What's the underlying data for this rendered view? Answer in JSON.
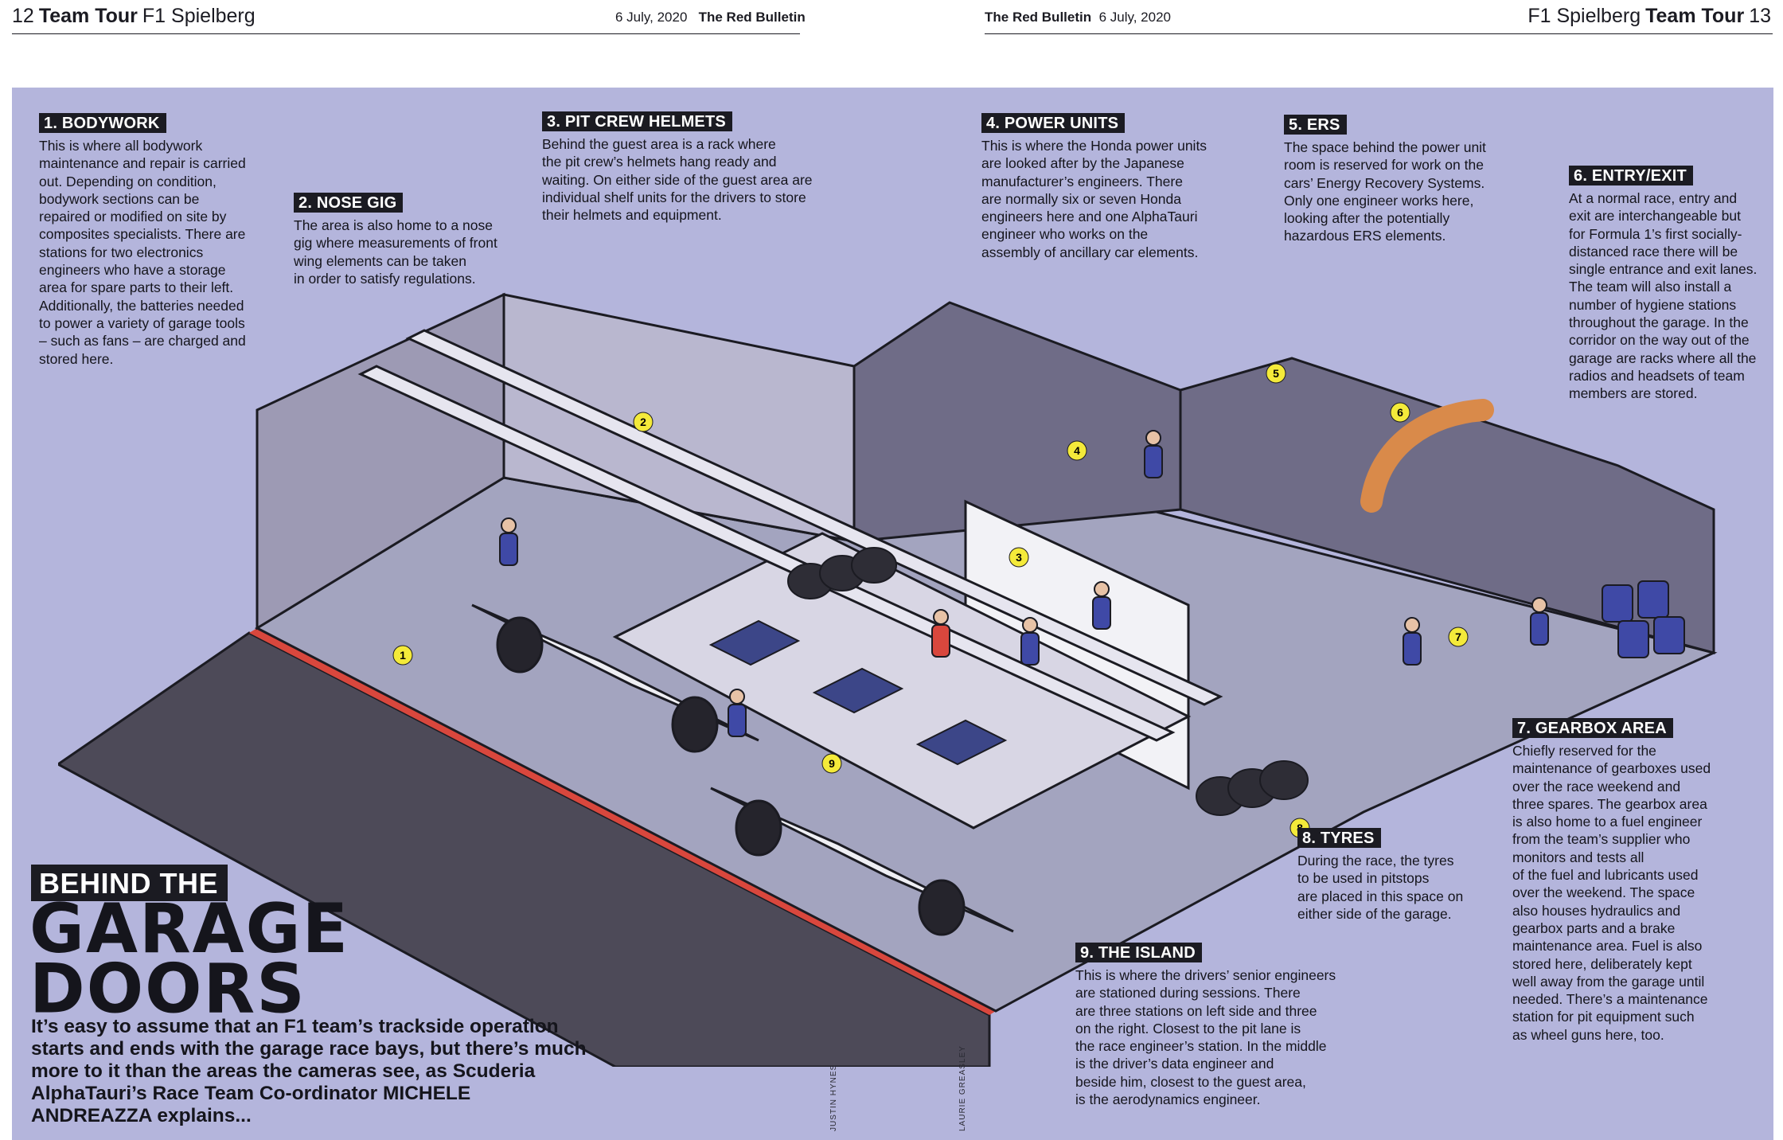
{
  "header": {
    "left": {
      "page_number": "12",
      "section": "Team Tour",
      "topic": "F1 Spielberg",
      "date": "6 July, 2020",
      "publication": "The Red Bulletin"
    },
    "right": {
      "publication": "The Red Bulletin",
      "date": "6 July, 2020",
      "topic": "F1 Spielberg",
      "section": "Team Tour",
      "page_number": "13"
    }
  },
  "callouts": [
    {
      "label": "1. BODYWORK",
      "text": "This is where all bodywork\nmaintenance and repair is carried\nout. Depending on condition,\nbodywork sections can be\nrepaired or modified on site by\ncomposites specialists. There are\nstations for two electronics\nengineers who have a storage\narea for spare parts to their left.\nAdditionally, the batteries needed\nto power a variety of garage tools\n– such as fans – are charged and\nstored here."
    },
    {
      "label": "2. NOSE GIG",
      "text": "The area is also home to a nose\ngig where measurements of front\nwing elements can be taken\nin order to satisfy regulations."
    },
    {
      "label": "3. PIT CREW HELMETS",
      "text": "Behind the guest area is a rack where\nthe pit crew’s helmets hang ready and\nwaiting. On either side of the guest area are\nindividual shelf units for the drivers to store\ntheir helmets and equipment."
    },
    {
      "label": "4. POWER UNITS",
      "text": "This is where the Honda power units\nare looked after by the Japanese\nmanufacturer’s engineers. There\nare normally six or seven Honda\nengineers here and one AlphaTauri\nengineer who works on the\nassembly of ancillary car elements."
    },
    {
      "label": "5. ERS",
      "text": "The space behind the power unit\nroom is reserved for work on the\ncars’ Energy Recovery Systems.\nOnly one engineer works here,\nlooking after the potentially\nhazardous ERS elements."
    },
    {
      "label": "6. ENTRY/EXIT",
      "text": "At a normal race, entry and\nexit are interchangeable but\nfor Formula 1’s first socially-\ndistanced race there will be\nsingle entrance and exit lanes.\nThe team will also install a\nnumber of hygiene stations\nthroughout the garage. In the\ncorridor on the way out of the\ngarage are racks where all the\nradios and headsets of team\nmembers are stored."
    },
    {
      "label": "7. GEARBOX AREA",
      "text": "Chiefly reserved for the\nmaintenance of gearboxes used\nover the race weekend and\nthree spares. The gearbox area\nis also home to a fuel engineer\nfrom the team’s supplier who\nmonitors and tests all\nof the fuel and lubricants used\nover the weekend. The space\nalso houses hydraulics and\ngearbox parts and a brake\nmaintenance area. Fuel is also\nstored here, deliberately kept\nwell away from the garage until\nneeded. There’s a maintenance\nstation for pit equipment such\nas wheel guns here, too."
    },
    {
      "label": "8. TYRES",
      "text": "During the race, the tyres\nto be used in pitstops\nare placed in this space on\neither side of the garage."
    },
    {
      "label": "9. THE ISLAND",
      "text": "This is where the drivers’ senior engineers\nare stationed during sessions. There\nare three stations on left side and three\non the right. Closest to the pit lane is\nthe race engineer’s station. In the middle\nis the driver’s data engineer and\nbeside him, closest to the guest area,\nis the aerodynamics engineer."
    }
  ],
  "markers": [
    "1",
    "2",
    "3",
    "4",
    "5",
    "6",
    "7",
    "8",
    "9"
  ],
  "headline": {
    "kicker": "BEHIND THE",
    "title": "GARAGE\nDOORS",
    "standfirst": "It’s easy to assume that an F1 team’s trackside operation starts and ends with the garage race bays, but there’s much more to it than the areas the cameras see, as Scuderia AlphaTauri’s Race Team Co-ordinator MICHELE ANDREAZZA explains..."
  },
  "credits": [
    "JUSTIN HYNES",
    "LAURIE GREASLEY"
  ],
  "colors": {
    "background": "#b4b5dc",
    "ink": "#1b1b22",
    "floor": "#a3a4bf",
    "wall": "#6f6c87",
    "pitlane": "#4d4a58",
    "marker": "#f4ea3a",
    "accent_red": "#d9473d",
    "furniture": "#d8d6e4",
    "crew": "#3f49a6"
  }
}
